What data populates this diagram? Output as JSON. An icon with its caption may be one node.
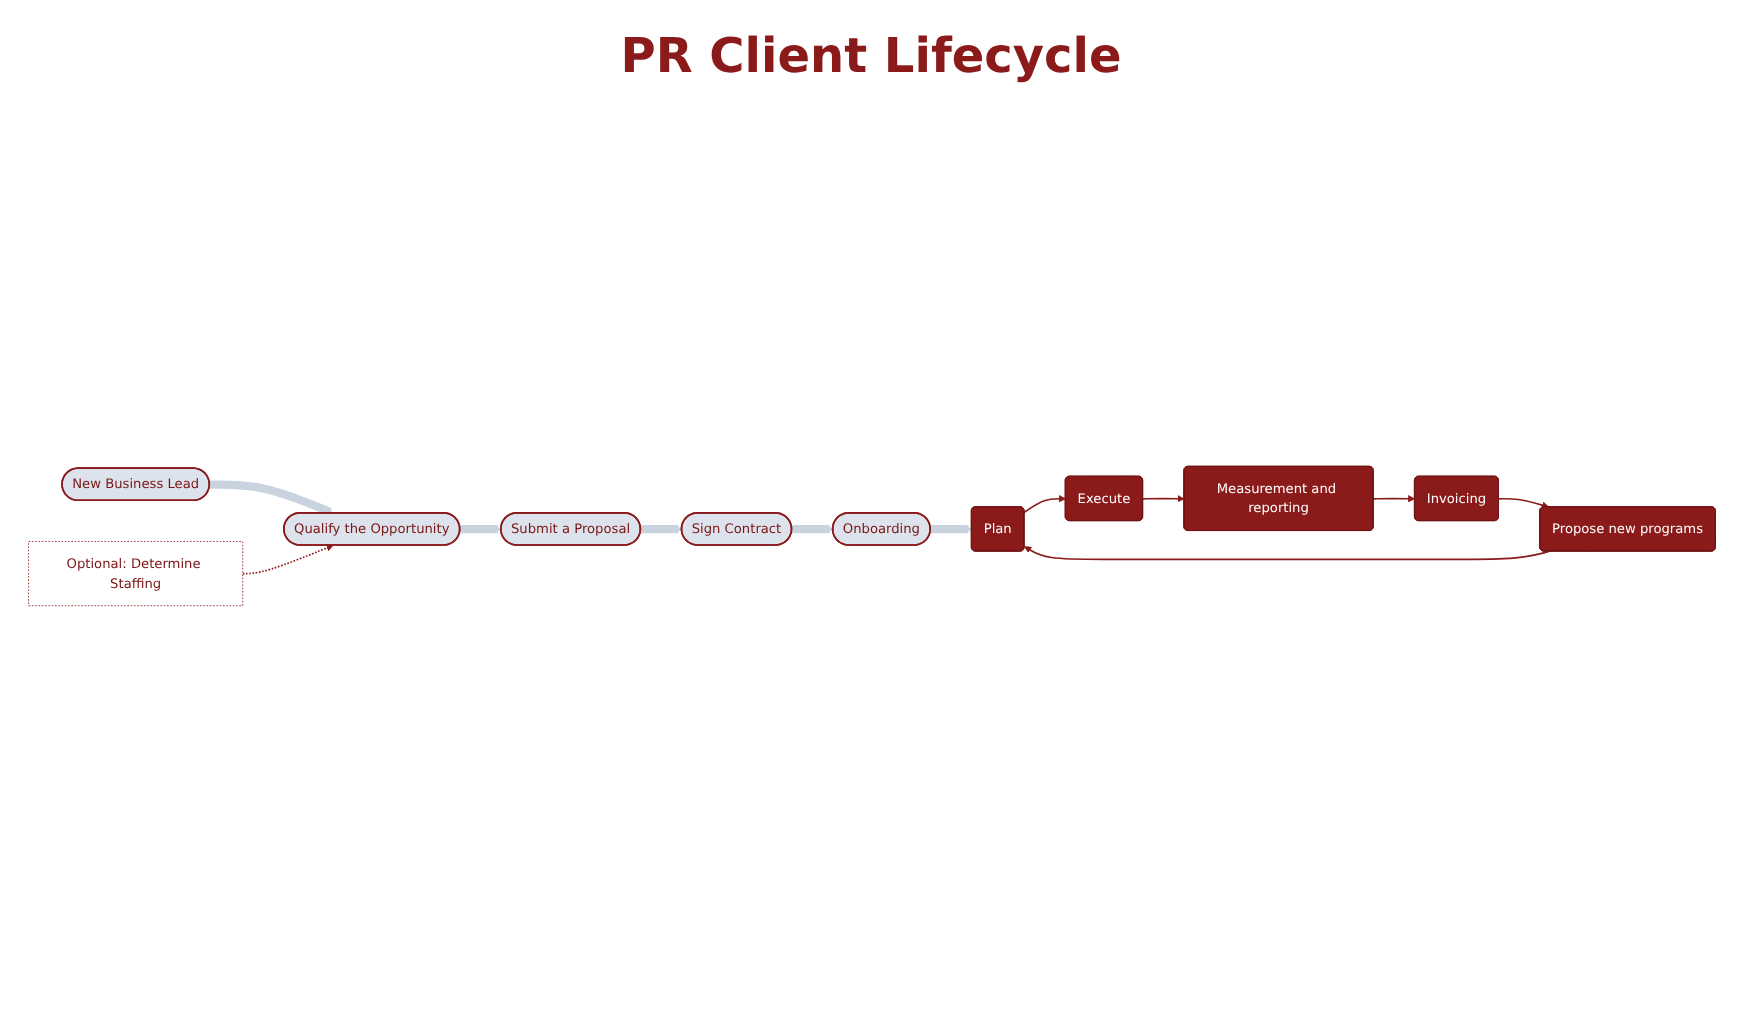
{
  "diagram": {
    "title": "PR Client Lifecycle",
    "nodes": [
      {
        "text": [
          "New Business Lead"
        ]
      },
      {
        "text": [
          "Qualify the Opportunity"
        ]
      },
      {
        "text": [
          "Submit a Proposal"
        ]
      },
      {
        "text": [
          "Sign Contract"
        ]
      },
      {
        "text": [
          "Onboarding"
        ]
      },
      {
        "text": [
          "Optional: Determine Staffing"
        ]
      },
      {
        "text": [
          "Plan"
        ]
      },
      {
        "text": [
          "Execute"
        ]
      },
      {
        "text": [
          "Measurement and reporting"
        ]
      },
      {
        "text": [
          "Invoicing"
        ]
      },
      {
        "text": [
          "Propose new programs"
        ]
      }
    ],
    "edges": [
      {
        "from": 0,
        "to": 1,
        "arrow": "to",
        "style": "thick",
        "color": "#c9d3e0"
      },
      {
        "from": 1,
        "to": 2,
        "arrow": "to",
        "style": "thick",
        "color": "#c9d3e0"
      },
      {
        "from": 2,
        "to": 3,
        "arrow": "to",
        "style": "thick",
        "color": "#c9d3e0"
      },
      {
        "from": 3,
        "to": 4,
        "arrow": "to",
        "style": "thick",
        "color": "#c9d3e0"
      },
      {
        "from": 4,
        "to": 6,
        "arrow": "to",
        "style": "thick",
        "color": "#c9d3e0"
      },
      {
        "from": 5,
        "to": 1,
        "arrow": "to",
        "style": "dashed"
      },
      {
        "from": 6,
        "to": 7,
        "arrow": "to"
      },
      {
        "from": 7,
        "to": 8,
        "arrow": "to"
      },
      {
        "from": 8,
        "to": 9,
        "arrow": "to"
      },
      {
        "from": 9,
        "to": 10,
        "arrow": "to"
      },
      {
        "from": 10,
        "to": 6,
        "arrow": "to"
      }
    ]
  }
}
